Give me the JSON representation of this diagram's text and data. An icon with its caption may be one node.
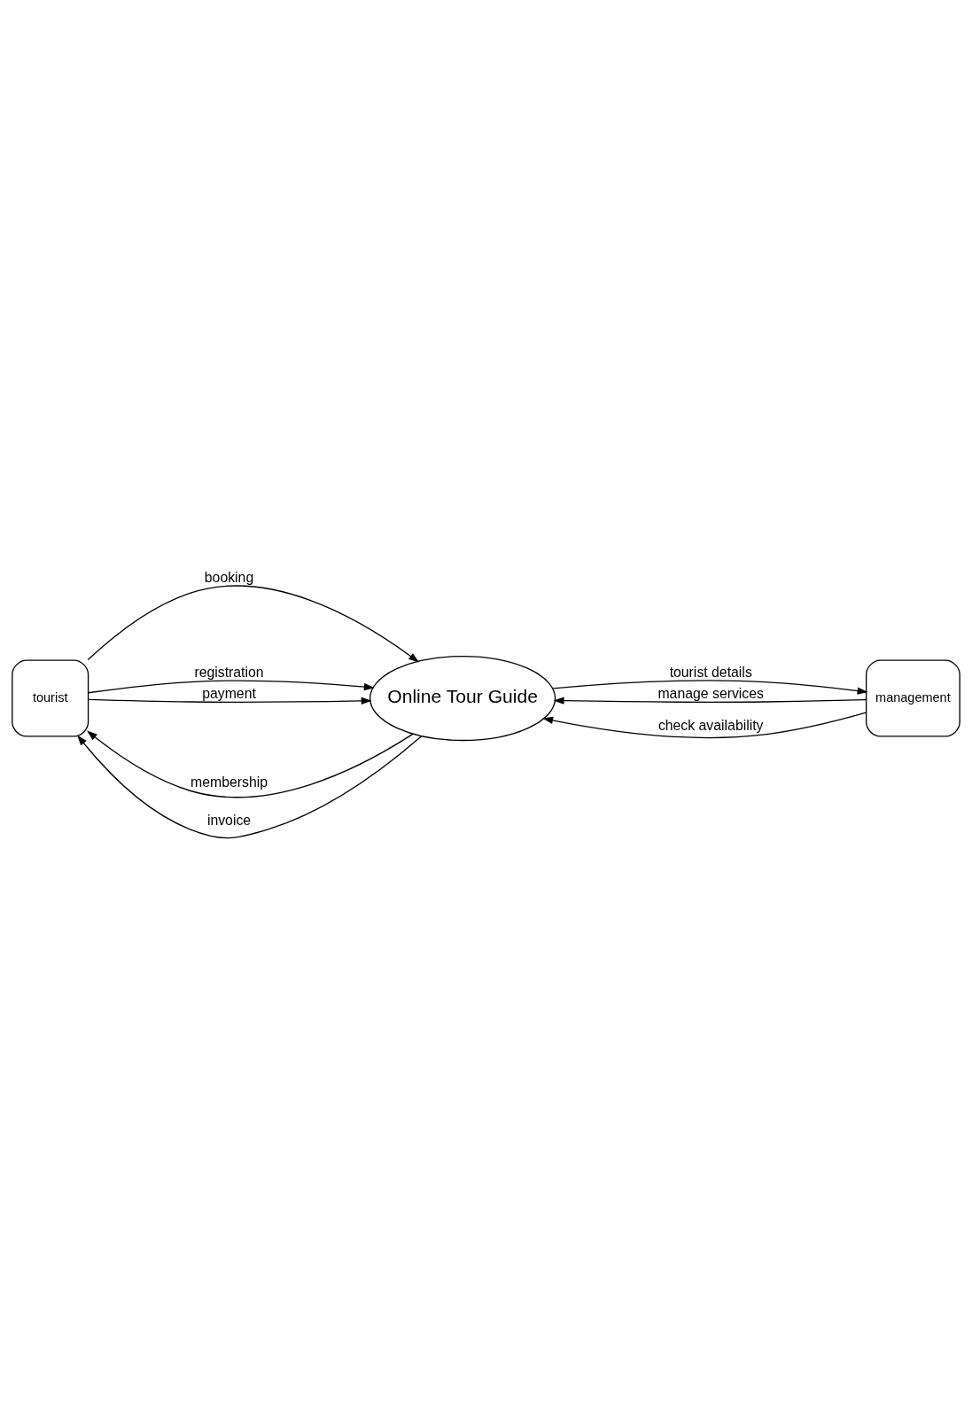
{
  "diagram": {
    "nodes": [
      {
        "text": [
          "tourist"
        ]
      },
      {
        "text": [
          "Online Tour Guide"
        ]
      },
      {
        "text": [
          "management"
        ]
      }
    ],
    "edges": [
      {
        "from": 1,
        "to": 0,
        "arrow": "to",
        "label": "membership"
      },
      {
        "from": 0,
        "to": 1,
        "arrow": "to",
        "label": "booking"
      },
      {
        "from": 0,
        "to": 1,
        "arrow": "to",
        "label": "registration"
      },
      {
        "from": 0,
        "to": 1,
        "arrow": "to",
        "label": "payment"
      },
      {
        "from": 1,
        "to": 0,
        "arrow": "to",
        "label": "invoice"
      },
      {
        "from": 1,
        "to": 2,
        "arrow": "to",
        "label": "tourist details"
      },
      {
        "from": 2,
        "to": 1,
        "arrow": "to",
        "label": "manage services"
      },
      {
        "from": 2,
        "to": 1,
        "arrow": "to",
        "label": "check availability"
      }
    ]
  }
}
